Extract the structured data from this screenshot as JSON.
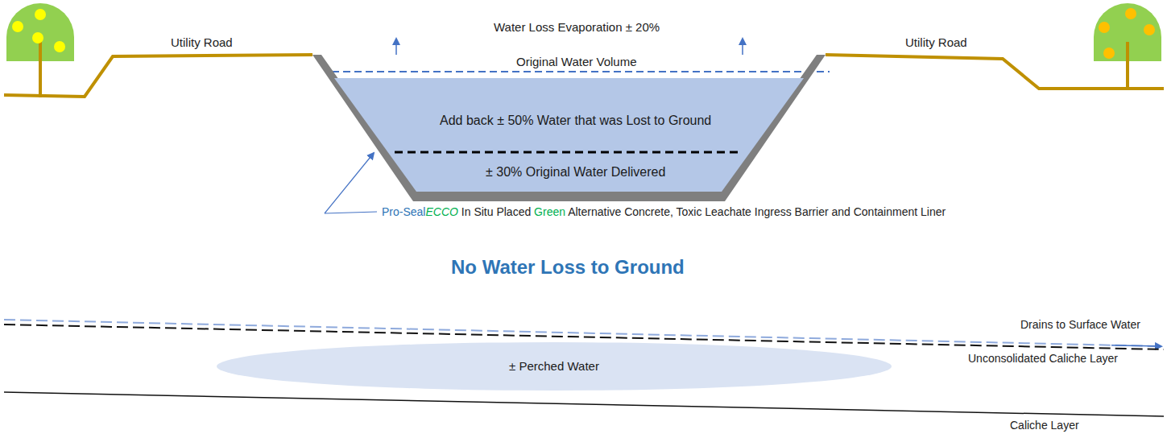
{
  "diagram": {
    "nodes": [
      {
        "text": [
          "Add back ± 50% Water that was Lost to Ground",
          "± 30% Original Water Delivered"
        ]
      },
      {
        "text": [
          "± Perched Water"
        ]
      }
    ],
    "labels": [
      "Utility Road",
      "Utility Road",
      "Water Loss Evaporation ± 20%",
      "Original Water Volume",
      "Pro-SealECCO In Situ Placed Green Alternative Concrete, Toxic Leachate Ingress Barrier and Containment Liner",
      "No Water Loss to Ground",
      "Drains to Surface Water",
      "Unconsolidated Caliche Layer",
      "Caliche Layer"
    ]
  }
}
